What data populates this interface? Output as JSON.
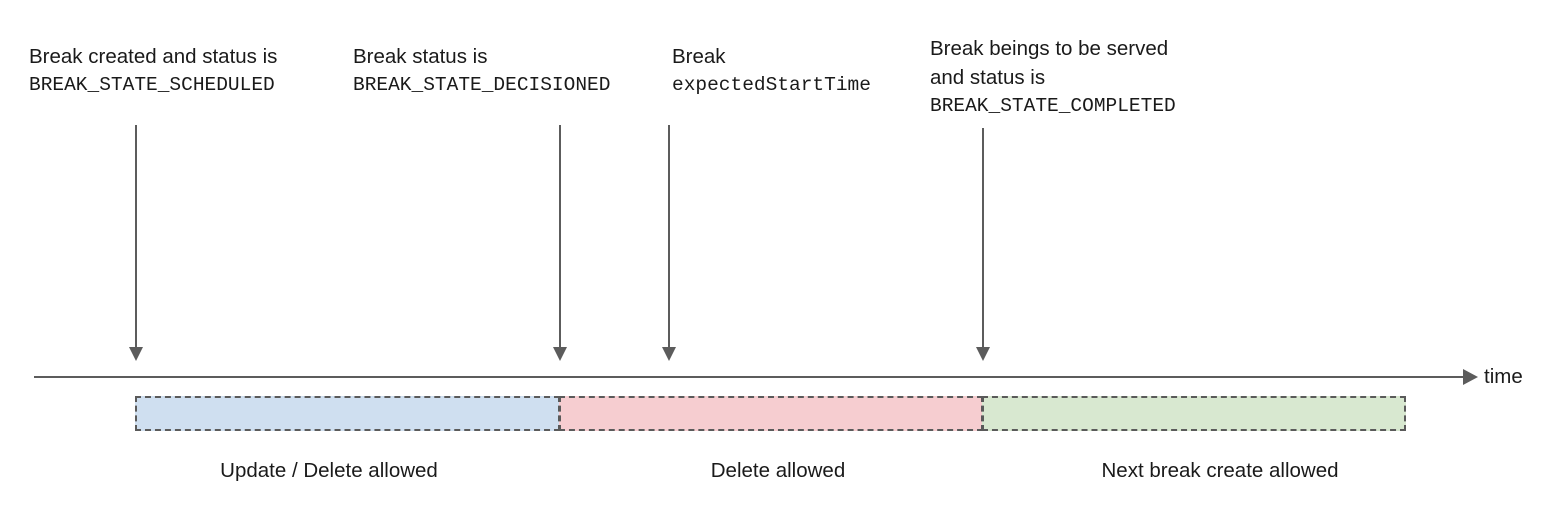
{
  "diagram": {
    "axis": {
      "label": "time"
    },
    "annotations": [
      {
        "id": "scheduled",
        "lines": [
          {
            "text": "Break created and status is",
            "mono": false
          },
          {
            "text": "BREAK_STATE_SCHEDULED",
            "mono": true
          }
        ]
      },
      {
        "id": "decisioned",
        "lines": [
          {
            "text": "Break status is",
            "mono": false
          },
          {
            "text": "BREAK_STATE_DECISIONED",
            "mono": true
          }
        ]
      },
      {
        "id": "expected-start-time",
        "lines": [
          {
            "text": "Break",
            "mono": false
          },
          {
            "text": "expectedStartTime",
            "mono": true
          }
        ]
      },
      {
        "id": "completed",
        "lines": [
          {
            "text": "Break beings to be served",
            "mono": false
          },
          {
            "text": "and status is",
            "mono": false
          },
          {
            "text": "BREAK_STATE_COMPLETED",
            "mono": true
          }
        ]
      }
    ],
    "phases": [
      {
        "id": "scheduled",
        "caption": "Update / Delete allowed",
        "color": "#cfdff0",
        "border": "#5a5a5a"
      },
      {
        "id": "decisioned",
        "caption": "Delete allowed",
        "color": "#f6cdd0",
        "border": "#5a5a5a"
      },
      {
        "id": "completed",
        "caption": "Next break create allowed",
        "color": "#d8e8d0",
        "border": "#5a5a5a"
      }
    ],
    "markers": [
      {
        "id": "marker-scheduled"
      },
      {
        "id": "marker-decisioned"
      },
      {
        "id": "marker-expected-start-time"
      },
      {
        "id": "marker-completed"
      }
    ],
    "colors": {
      "stroke": "#5c5c5c",
      "text": "#1a1a1a",
      "background": "#ffffff"
    }
  }
}
